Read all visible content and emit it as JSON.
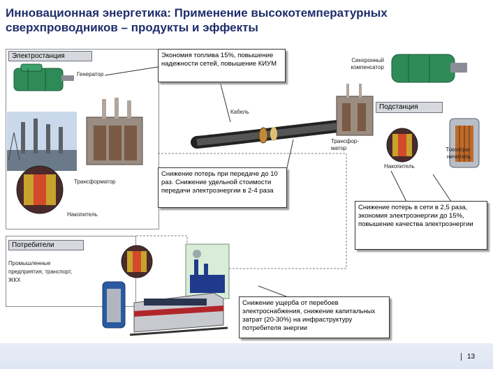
{
  "title_line1": "Инновационная энергетика: Применение высокотемпературных",
  "title_line2": "сверхпроводников – продукты и эффекты",
  "sections": {
    "power_plant": "Электростанция",
    "substation": "Подстанция",
    "consumers": "Потребители"
  },
  "labels": {
    "generator": "Генератор",
    "sync_compensator": "Синхронный компенсатор",
    "cable": "Кабель",
    "transformer_sub": "Трансфор-матор",
    "storage_sub": "Накопитель",
    "current_limiter": "Токоогра-ничитель",
    "transformer_plant": "Трансформатор",
    "storage_plant": "Накопитель",
    "consumers_desc": "Промышленные предприятия, транспорт, ЖКХ"
  },
  "callouts": {
    "fuel_economy": "Экономия топлива 15%, повышение надежности сетей, повышение КИУМ",
    "transmission_losses": "Снижение потерь при передаче до 10 раз. Снижение удельной стоимости передачи электроэнергии в 2-4 раза",
    "network_losses": "Снижение потерь в сети в 2,5 раза, экономия электроэнергии до 15%, повышение качества электроэнергии",
    "outage_damage": "Снижение ущерба от перебоев электроснабжения, снижение капитальных затрат (20-30%) на инфраструктуру потребителя энергии"
  },
  "page_number": "13",
  "colors": {
    "title": "#1f2d6b",
    "header_bg": "#d7d9de",
    "generator": "#2e8b57",
    "connector": "#7a7f8c"
  }
}
